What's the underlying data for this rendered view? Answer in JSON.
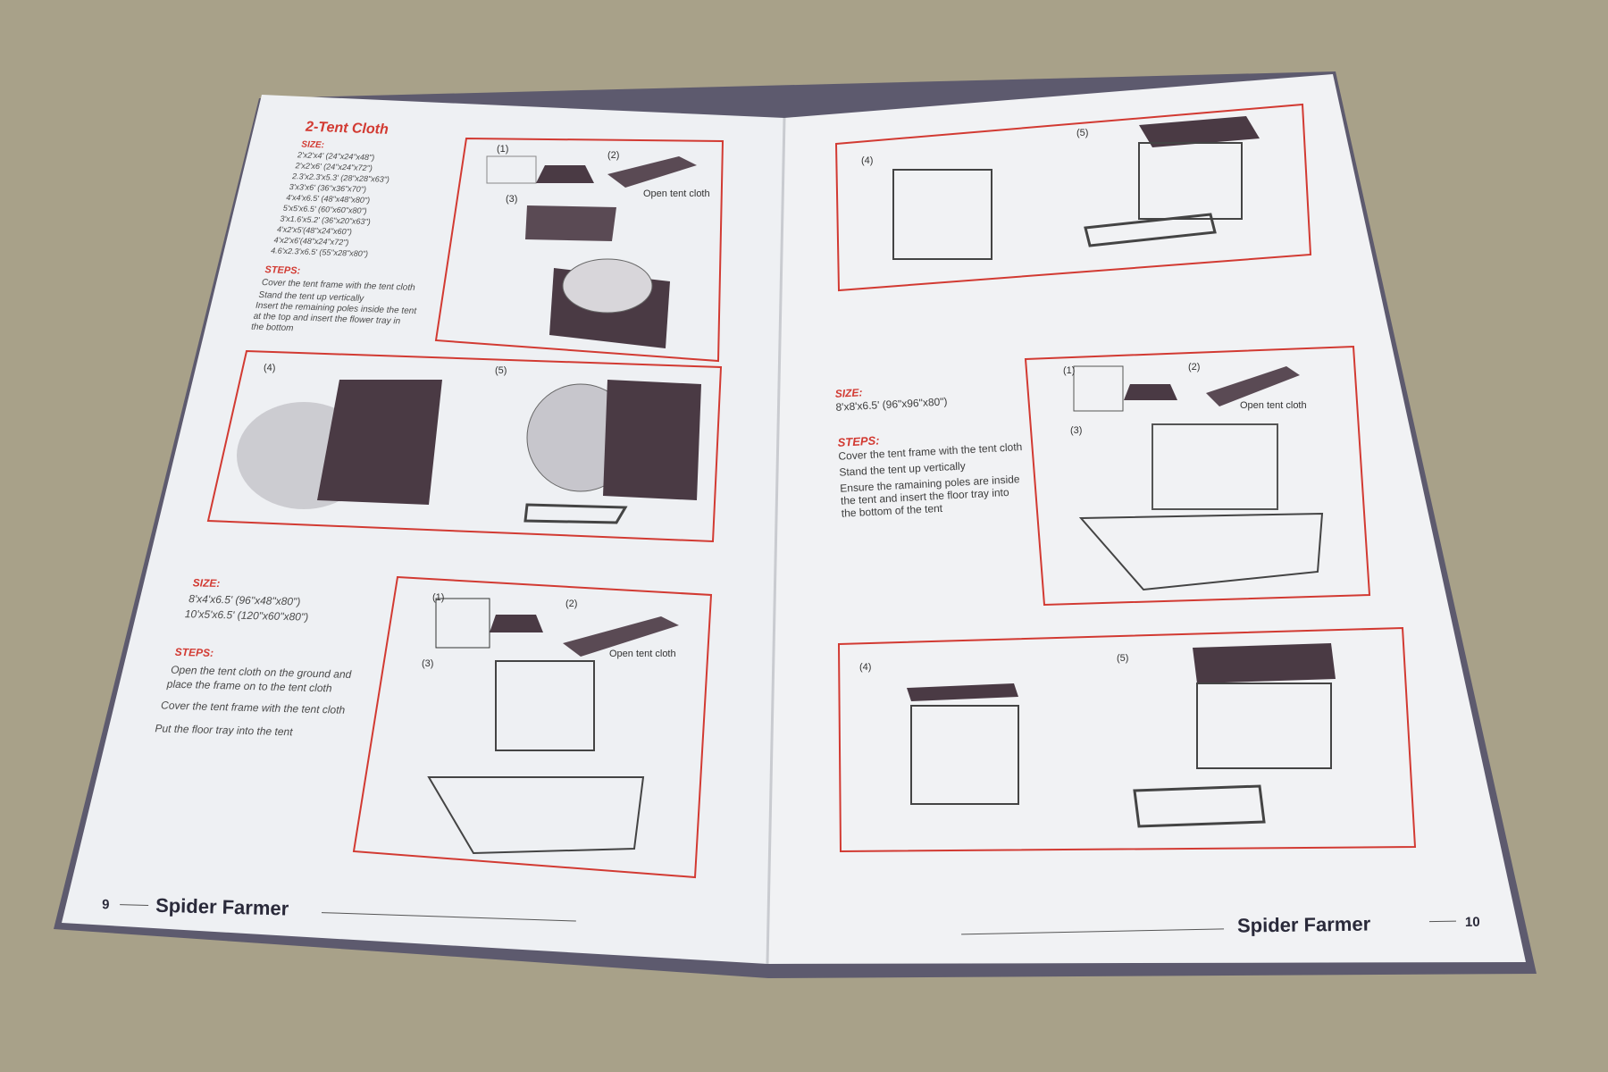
{
  "left_page": {
    "title": "2-Tent Cloth",
    "size_label": "SIZE:",
    "sizes": [
      "2'x2'x4' (24\"x24\"x48\")",
      "2'x2'x6' (24\"x24\"x72\")",
      "2.3'x2.3'x5.3' (28\"x28\"x63\")",
      "3'x3'x6' (36\"x36\"x70\")",
      "4'x4'x6.5' (48\"x48\"x80\")",
      "5'x5'x6.5' (60\"x60\"x80\")",
      "3'x1.6'x5.2' (36\"x20\"x63\")",
      "4'x2'x5'(48\"x24\"x60\")",
      "4'x2'x6'(48\"x24\"x72\")",
      "4.6'x2.3'x6.5' (55\"x28\"x80\")"
    ],
    "steps_label": "STEPS:",
    "steps": [
      "Cover the tent frame with the tent cloth",
      "Stand the tent up vertically",
      "Insert the remaining poles inside the tent",
      "at the top and insert the flower tray in",
      "the bottom"
    ],
    "section2": {
      "size_label": "SIZE:",
      "sizes": [
        "8'x4'x6.5' (96\"x48\"x80\")",
        "10'x5'x6.5' (120\"x60\"x80\")"
      ],
      "steps_label": "STEPS:",
      "steps": [
        "Open the tent cloth on the ground and",
        "place the frame on to the tent cloth",
        "Cover the tent frame with the tent cloth",
        "Put the floor tray into the tent"
      ]
    },
    "page_number": "9",
    "brand": "Spider Farmer"
  },
  "right_page": {
    "size_label": "SIZE:",
    "sizes": [
      "8'x8'x6.5' (96\"x96\"x80\")"
    ],
    "steps_label": "STEPS:",
    "steps": [
      "Cover the tent frame with the tent cloth",
      "Stand the tent up vertically",
      "Ensure the ramaining poles are inside",
      "the tent and insert the floor tray into",
      "the bottom of the tent"
    ],
    "page_number": "10",
    "brand": "Spider Farmer"
  },
  "diagram_labels": {
    "step1": "(1)",
    "step2": "(2)",
    "step3": "(3)",
    "step4": "(4)",
    "step5": "(5)",
    "open_tent_cloth": "Open tent cloth"
  },
  "colors": {
    "accent": "#d23a32",
    "tent": "#4a3a44",
    "background": "#a49d84"
  }
}
